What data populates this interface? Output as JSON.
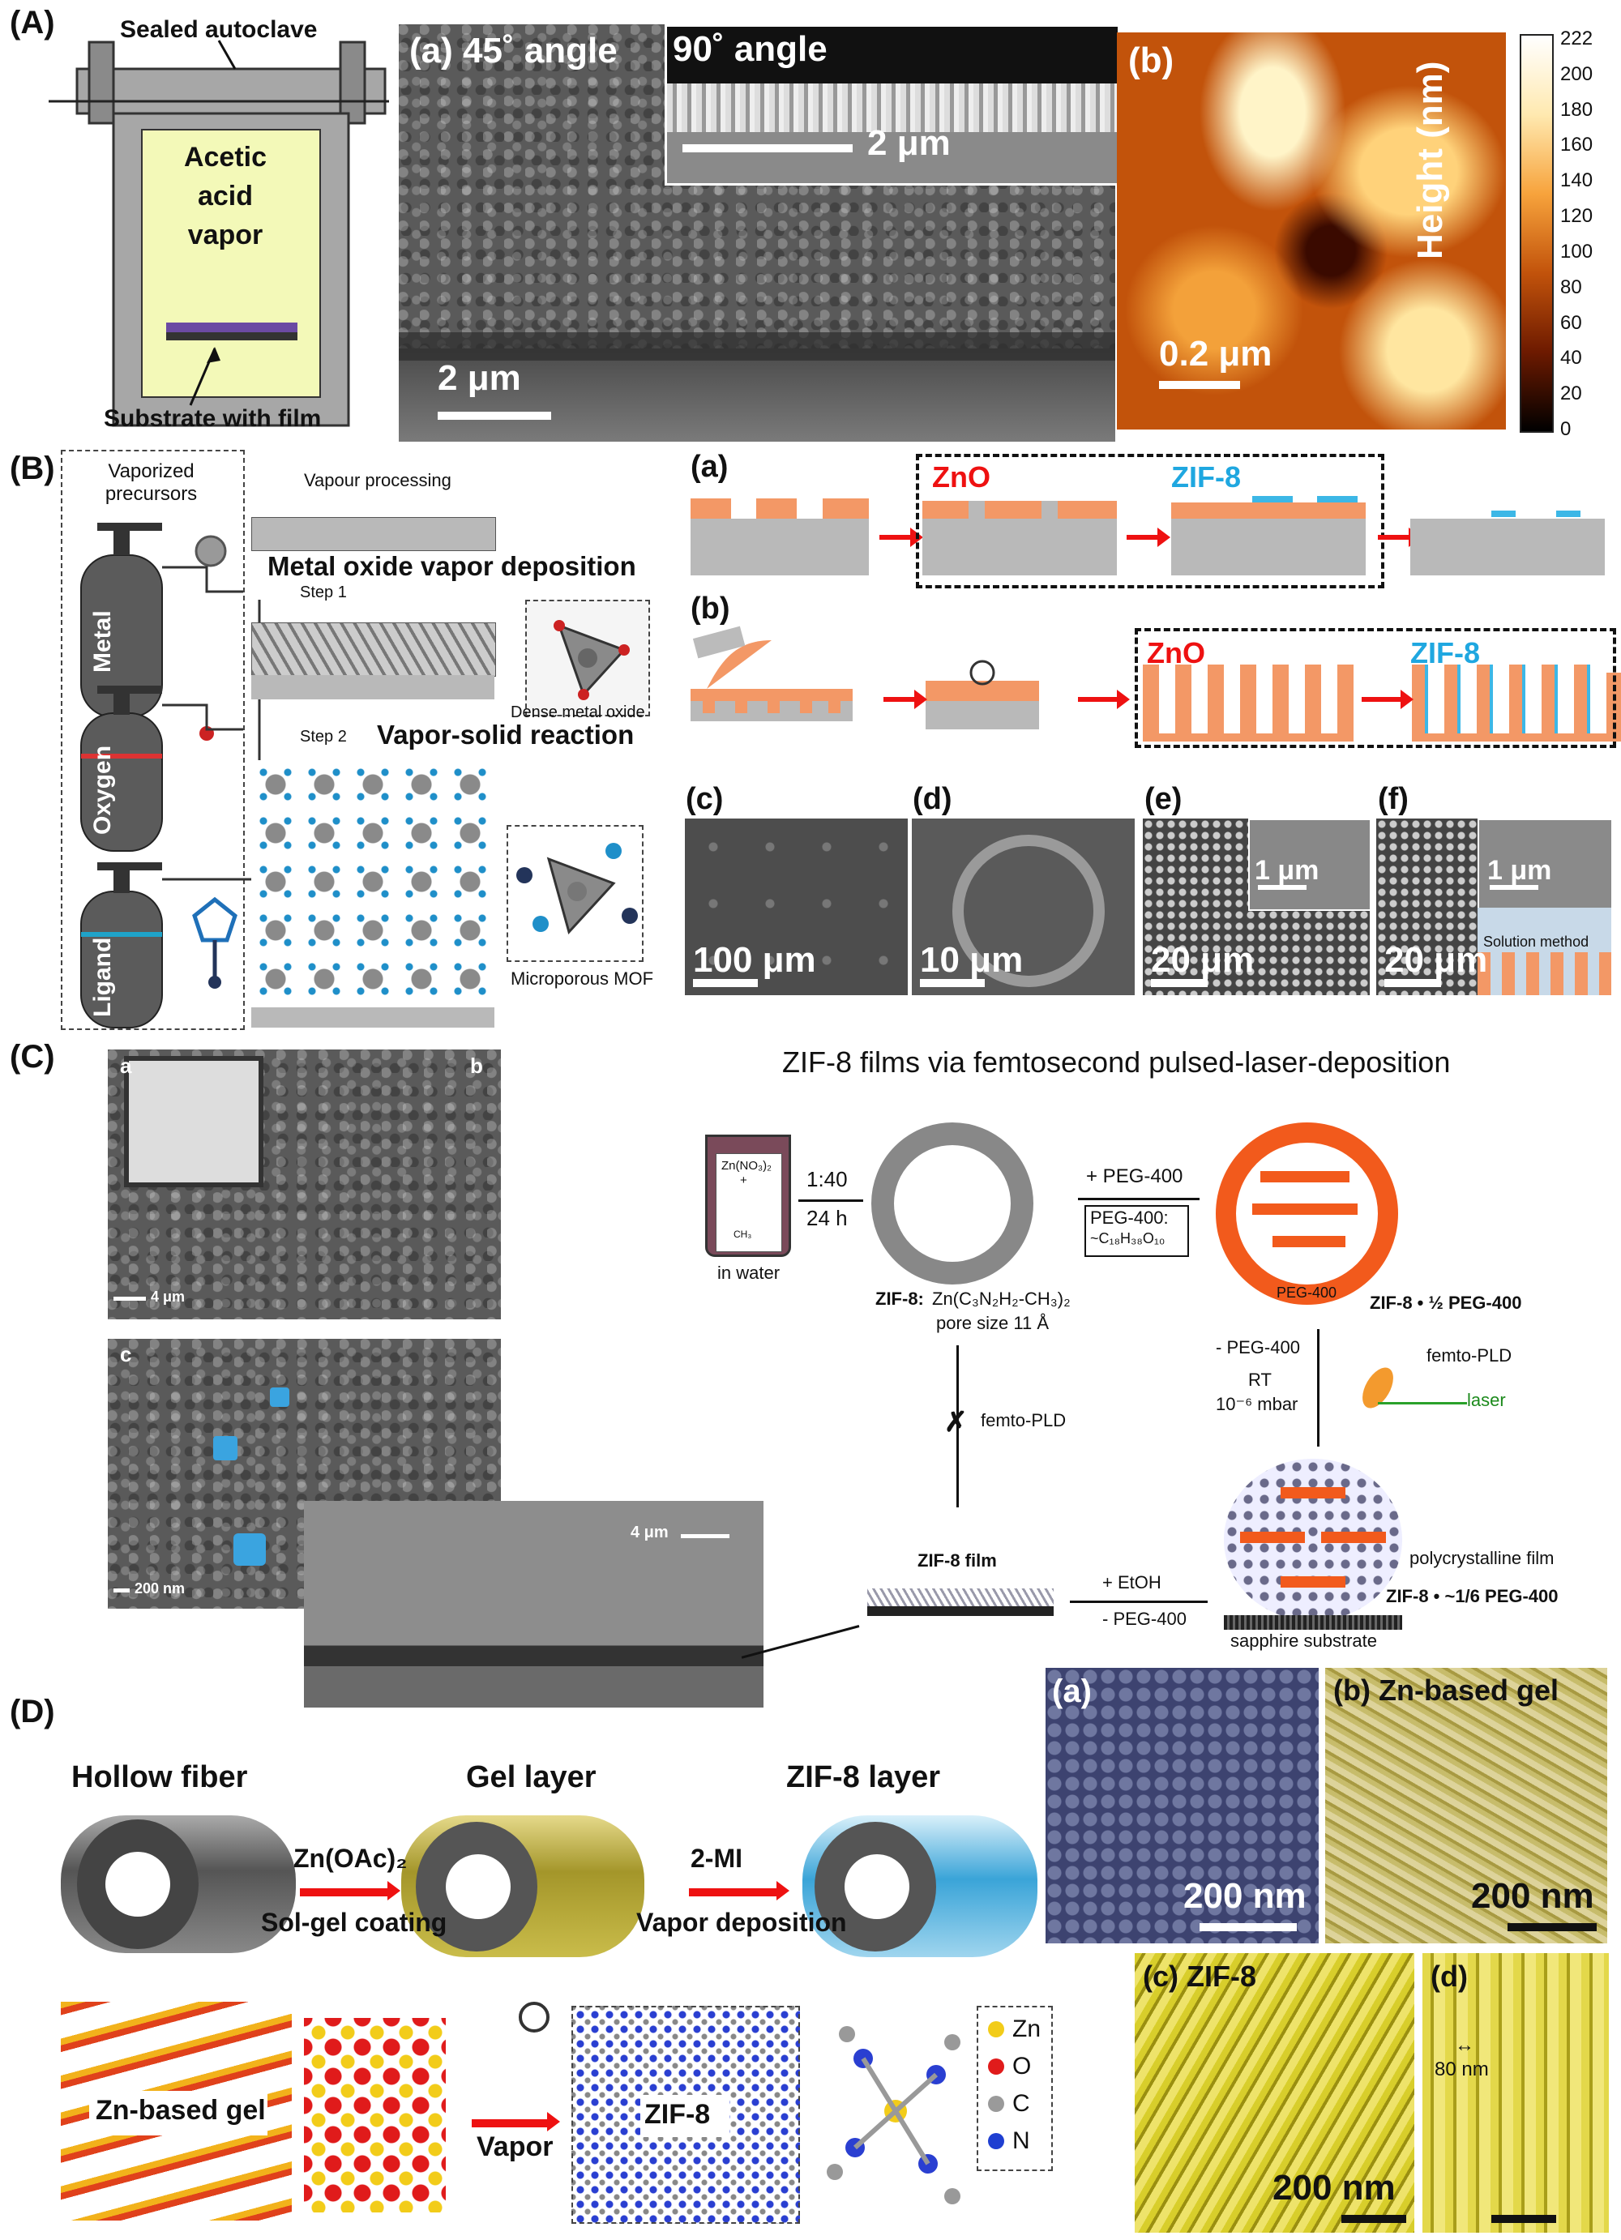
{
  "panelA": {
    "letter": "(A)",
    "autoclave_label": "Sealed autoclave",
    "vapor_label": "Acetic acid vapor",
    "substrate_label": "Substrate with film",
    "sem_a_label": "(a) 45˚ angle",
    "inset_label": "90˚ angle",
    "inset_scale": "2 μm",
    "sem_a_scale": "2 μm",
    "afm_label": "(b)",
    "afm_scale": "0.2 μm",
    "colorbar_title": "Height (nm)",
    "colorbar_ticks": [
      "222",
      "200",
      "180",
      "160",
      "140",
      "120",
      "100",
      "80",
      "60",
      "40",
      "20",
      "0"
    ]
  },
  "panelB": {
    "letter": "(B)",
    "vaporized_precursors": "Vaporized precursors",
    "metal": "Metal",
    "oxygen": "Oxygen",
    "ligand": "Ligand",
    "vapour_processing": "Vapour processing",
    "step1_title": "Metal oxide vapor deposition",
    "step1": "Step 1",
    "dense_oxide": "Dense metal oxide",
    "step2": "Step 2",
    "step2_title": "Vapor-solid reaction",
    "microporous": "Microporous MOF",
    "row_a": "(a)",
    "row_b": "(b)",
    "zno": "ZnO",
    "zif8": "ZIF-8",
    "sem_c": "(c)",
    "sem_d": "(d)",
    "sem_e": "(e)",
    "sem_f": "(f)",
    "scale_c": "100 μm",
    "scale_d": "10 μm",
    "scale_e": "20 μm",
    "scale_e_inset": "1 μm",
    "scale_f": "20 μm",
    "scale_f_inset": "1 μm",
    "solution_method": "Solution method"
  },
  "panelC": {
    "letter": "(C)",
    "title": "ZIF-8 films via femtosecond pulsed-laser-deposition",
    "sem_a": "a",
    "sem_b": "b",
    "sem_c": "c",
    "scale_b": "4 μm",
    "scale_c": "200 nm",
    "scale_cross": "4 μm",
    "beaker_top": "Zn(NO₃)₂",
    "beaker_plus": "+",
    "beaker_ligand": "CH₃",
    "in_water": "in water",
    "ratio": "1:40",
    "time": "24 h",
    "plus_peg": "+ PEG-400",
    "peg_box_title": "PEG-400:",
    "peg_box_formula": "~C₁₈H₃₈O₁₀",
    "zif8_label": "ZIF-8:",
    "zif8_formula": "Zn(C₃N₂H₂-CH₃)₂",
    "pore_size": "pore size 11 Å",
    "peg_in_sphere": "PEG-400",
    "zif8_half": "ZIF-8 • ½ PEG-400",
    "minus_peg": "- PEG-400",
    "rt": "RT",
    "pressure": "10⁻⁶ mbar",
    "femto_pld_right": "femto-PLD",
    "laser": "laser",
    "femto_pld_mid": "femto-PLD",
    "zif8_film": "ZIF-8 film",
    "plus_etoh": "+ EtOH",
    "minus_peg2": "- PEG-400",
    "polycrystalline": "polycrystalline film",
    "zif8_sixth": "ZIF-8 • ~1/6 PEG-400",
    "sapphire": "sapphire substrate",
    "peg_bar": "PEG-400"
  },
  "panelD": {
    "letter": "(D)",
    "hollow_fiber": "Hollow fiber",
    "gel_layer": "Gel layer",
    "zif8_layer": "ZIF-8 layer",
    "zn_oac": "Zn(OAc)₂",
    "sol_gel": "Sol-gel coating",
    "two_mi": "2-MI",
    "vapor_dep": "Vapor deposition",
    "zn_gel": "Zn-based gel",
    "vapor": "Vapor",
    "zif8": "ZIF-8",
    "legend": [
      "Zn",
      "O",
      "C",
      "N"
    ],
    "legend_colors": [
      "#f2cc19",
      "#e01b1b",
      "#9a9a9a",
      "#1f3fd1"
    ],
    "sem_a": "(a)",
    "sem_b": "(b) Zn-based gel",
    "sem_c": "(c) ZIF-8",
    "sem_d": "(d)",
    "scale_a": "200 nm",
    "scale_b": "200 nm",
    "scale_c": "200 nm",
    "thickness": "80 nm"
  }
}
